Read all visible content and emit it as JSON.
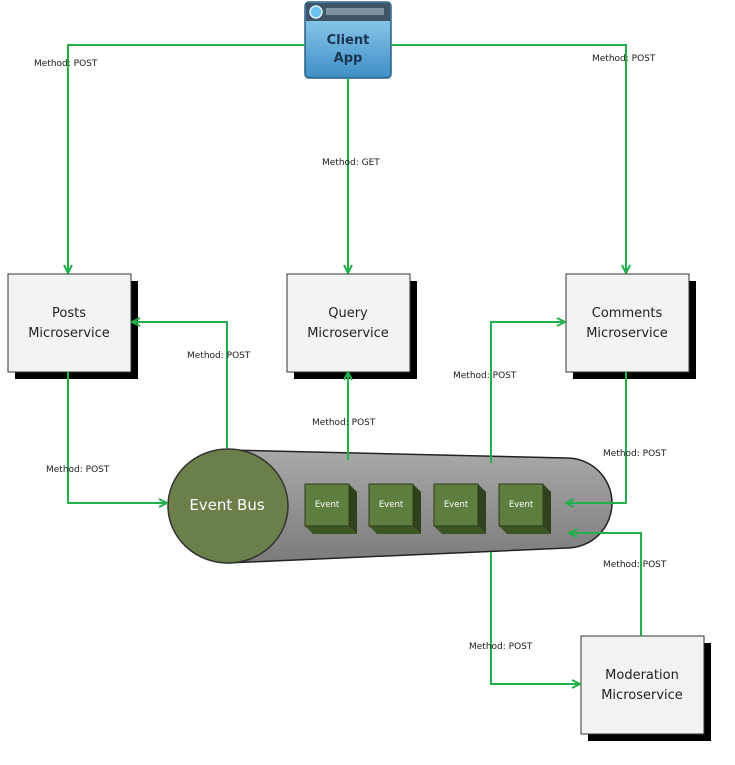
{
  "client_app": {
    "line1": "Client",
    "line2": "App"
  },
  "services": {
    "posts": {
      "line1": "Posts",
      "line2": "Microservice"
    },
    "query": {
      "line1": "Query",
      "line2": "Microservice"
    },
    "comments": {
      "line1": "Comments",
      "line2": "Microservice"
    },
    "moderation": {
      "line1": "Moderation",
      "line2": "Microservice"
    }
  },
  "event_bus": {
    "label": "Event Bus",
    "events": [
      "Event",
      "Event",
      "Event",
      "Event"
    ]
  },
  "edges": {
    "client_to_posts": "Method: POST",
    "client_to_query": "Method: GET",
    "client_to_comments": "Method: POST",
    "bus_to_posts": "Method: POST",
    "posts_to_bus": "Method: POST",
    "bus_to_query": "Method: POST",
    "bus_to_comments": "Method: POST",
    "comments_to_bus": "Method: POST",
    "moderation_to_bus": "Method: POST",
    "bus_to_moderation": "Method: POST"
  },
  "colors": {
    "arrow": "#22b04a",
    "event_bus": "#6b7f4a",
    "event_block": "#5f7d3e",
    "cylinder": "#8a8a8a",
    "client_app": "#5aaee0"
  }
}
